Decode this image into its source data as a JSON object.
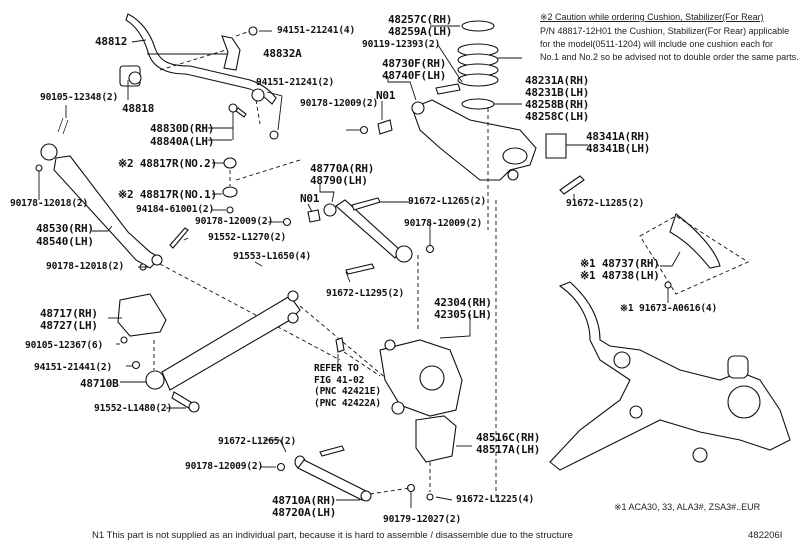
{
  "diagram": {
    "type": "exploded parts diagram",
    "subject": "Rear suspension",
    "figure_code": "482206I"
  },
  "caution_note": {
    "title": "※2 Caution while ordering Cushion, Stabilizer(For Rear)",
    "lines": [
      "P/N 48817-12H01 the Cushion, Stabilizer(For Rear) applicable",
      "for the model(0511-1204) will include one cushion each for",
      "No.1 and No.2 so be advised not to double order the same parts."
    ]
  },
  "model_note": "※1 ACA30, 33, ALA3#, ZSA3#..EUR",
  "footer_note": "N1  This part is not supplied as an individual part, because it is hard to assemble / disassemble due to the structure",
  "labels": {
    "p48812": "48812",
    "p48818": "48818",
    "p94151_21241_4": "94151-21241(4)",
    "p48832A": "48832A",
    "p94151_21241_2": "94151-21241(2)",
    "p90105_12348": "90105-12348(2)",
    "p48830D": "48830D(RH)",
    "p48840A": "48840A(LH)",
    "p48817R_2": "※2 48817R(NO.2)",
    "p48817R_1": "※2 48817R(NO.1)",
    "p94184_61001": "94184-61001(2)",
    "p90178_12018_a": "90178-12018(2)",
    "p48530": "48530(RH)",
    "p48540": "48540(LH)",
    "p90178_12009_a": "90178-12009(2)",
    "p91552_L1270": "91552-L1270(2)",
    "p90178_12018_b": "90178-12018(2)",
    "p91553_L1650": "91553-L1650(4)",
    "p48257C": "48257C(RH)",
    "p48259A": "48259A(LH)",
    "p90119_12393": "90119-12393(2)",
    "p48730F": "48730F(RH)",
    "p48740F": "48740F(LH)",
    "n01_a": "N01",
    "p90178_12009_b": "90178-12009(2)",
    "p48231A": "48231A(RH)",
    "p48231B": "48231B(LH)",
    "p48258B": "48258B(RH)",
    "p48258C": "48258C(LH)",
    "p48341A": "48341A(RH)",
    "p48341B": "48341B(LH)",
    "p48770A": "48770A(RH)",
    "p48790": "48790(LH)",
    "n01_b": "N01",
    "p91672_L1265_a": "91672-L1265(2)",
    "p91672_L1285": "91672-L1285(2)",
    "p90178_12009_c": "90178-12009(2)",
    "p91672_L1295": "91672-L1295(2)",
    "p48737": "※1 48737(RH)",
    "p48738": "※1 48738(LH)",
    "p91673_A0616": "※1 91673-A0616(4)",
    "p48717": "48717(RH)",
    "p48727": "48727(LH)",
    "p90105_12367": "90105-12367(6)",
    "p94151_21441": "94151-21441(2)",
    "p48710B": "48710B",
    "p91552_L1480": "91552-L1480(2)",
    "p42304": "42304(RH)",
    "p42305": "42305(LH)",
    "refer_1": "REFER TO",
    "refer_2": "FIG 41-02",
    "refer_3": "(PNC 42421E)",
    "refer_4": "(PNC 42422A)",
    "p91672_L1265_b": "91672-L1265(2)",
    "p90178_12009_d": "90178-12009(2)",
    "p48516C": "48516C(RH)",
    "p48517A": "48517A(LH)",
    "p48710A": "48710A(RH)",
    "p48720A": "48720A(LH)",
    "p91672_L1225": "91672-L1225(4)",
    "p90179_12027": "90179-12027(2)"
  }
}
